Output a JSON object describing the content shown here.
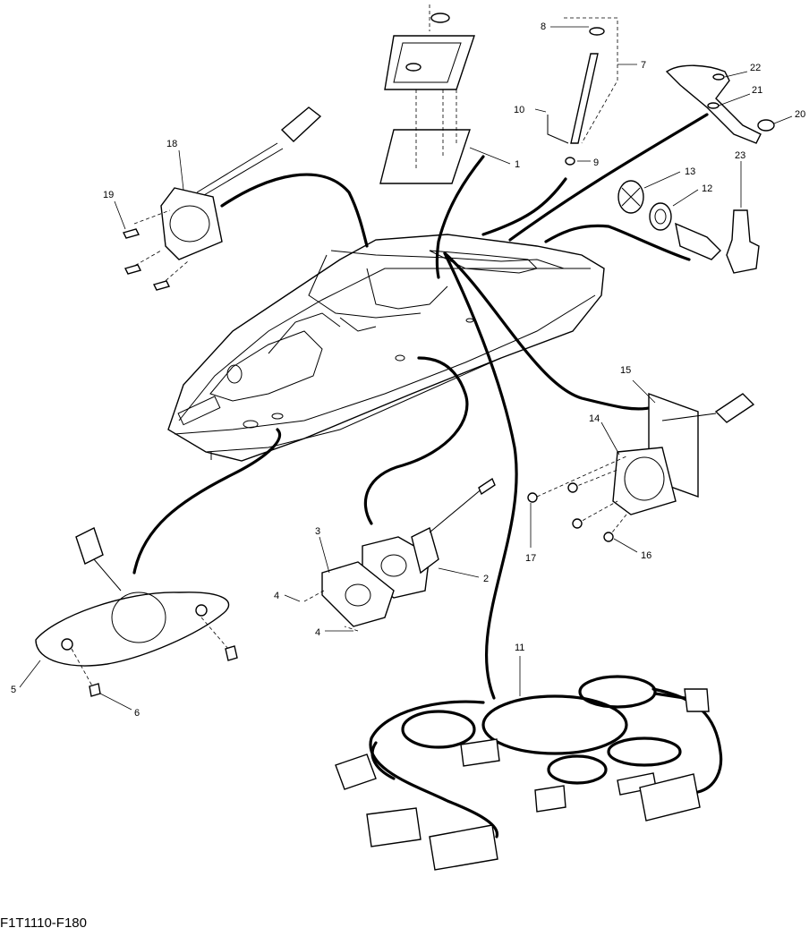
{
  "figure_code": "F1T1110-F180",
  "callouts": {
    "c1": "1",
    "c2": "2",
    "c3": "3",
    "c4a": "4",
    "c4b": "4",
    "c5": "5",
    "c6": "6",
    "c7": "7",
    "c8": "8",
    "c9": "9",
    "c10": "10",
    "c11": "11",
    "c12": "12",
    "c13": "13",
    "c14": "14",
    "c15": "15",
    "c16": "16",
    "c17": "17",
    "c18": "18",
    "c19": "19",
    "c20": "20",
    "c21": "21",
    "c22": "22",
    "c23": "23"
  }
}
